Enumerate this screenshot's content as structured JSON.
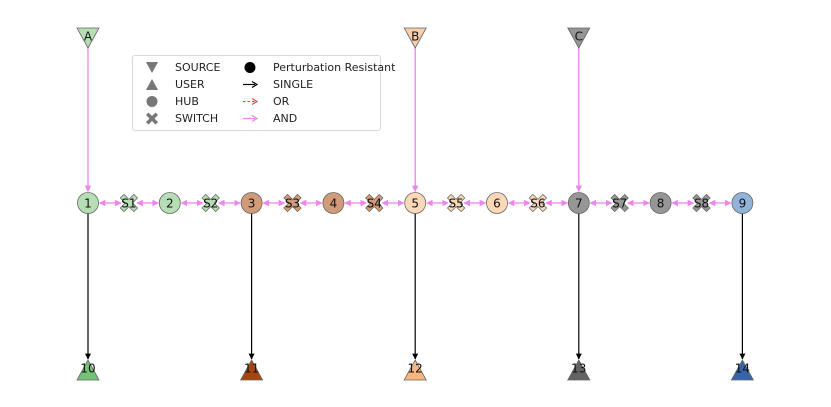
{
  "diagram": {
    "sources": [
      {
        "id": "A",
        "color": "#b6deb4",
        "target": "1"
      },
      {
        "id": "B",
        "color": "#f9cfaa",
        "target": "5"
      },
      {
        "id": "C",
        "color": "#969696",
        "target": "7"
      }
    ],
    "chain": [
      {
        "id": "1",
        "kind": "hub",
        "color": "#b6deb4"
      },
      {
        "id": "S1",
        "kind": "switch",
        "color": "#b6deb4"
      },
      {
        "id": "2",
        "kind": "hub",
        "color": "#b6deb4"
      },
      {
        "id": "S2",
        "kind": "switch",
        "color": "#b6deb4"
      },
      {
        "id": "3",
        "kind": "hub",
        "color": "#d19a78"
      },
      {
        "id": "S3",
        "kind": "switch",
        "color": "#d19a78"
      },
      {
        "id": "4",
        "kind": "hub",
        "color": "#d19a78"
      },
      {
        "id": "S4",
        "kind": "switch",
        "color": "#d19a78"
      },
      {
        "id": "5",
        "kind": "hub",
        "color": "#fbd8b8"
      },
      {
        "id": "S5",
        "kind": "switch",
        "color": "#fbd8b8"
      },
      {
        "id": "6",
        "kind": "hub",
        "color": "#fbd8b8"
      },
      {
        "id": "S6",
        "kind": "switch",
        "color": "#fbd8b8"
      },
      {
        "id": "7",
        "kind": "hub",
        "color": "#969696"
      },
      {
        "id": "S7",
        "kind": "switch",
        "color": "#969696"
      },
      {
        "id": "8",
        "kind": "hub",
        "color": "#969696"
      },
      {
        "id": "S8",
        "kind": "switch",
        "color": "#969696"
      },
      {
        "id": "9",
        "kind": "hub",
        "color": "#92b3d9"
      }
    ],
    "users": [
      {
        "id": "10",
        "color": "#74c476",
        "from": "1"
      },
      {
        "id": "11",
        "color": "#a6450f",
        "from": "3"
      },
      {
        "id": "12",
        "color": "#fbb57e",
        "from": "5"
      },
      {
        "id": "13",
        "color": "#636363",
        "from": "7"
      },
      {
        "id": "14",
        "color": "#3565a8",
        "from": "9"
      }
    ],
    "colors": {
      "and_edge": "#ee82ee",
      "single_edge": "#000000",
      "or_edge": "#e34a4a",
      "node_outline": "#666666"
    }
  },
  "legend": {
    "items": [
      {
        "symbol": "source",
        "label": "SOURCE"
      },
      {
        "symbol": "user",
        "label": "USER"
      },
      {
        "symbol": "hub",
        "label": "HUB"
      },
      {
        "symbol": "switch",
        "label": "SWITCH"
      },
      {
        "symbol": "resistant",
        "label": "Perturbation Resistant"
      },
      {
        "symbol": "single",
        "label": "SINGLE"
      },
      {
        "symbol": "or",
        "label": "OR"
      },
      {
        "symbol": "and",
        "label": "AND"
      }
    ]
  }
}
